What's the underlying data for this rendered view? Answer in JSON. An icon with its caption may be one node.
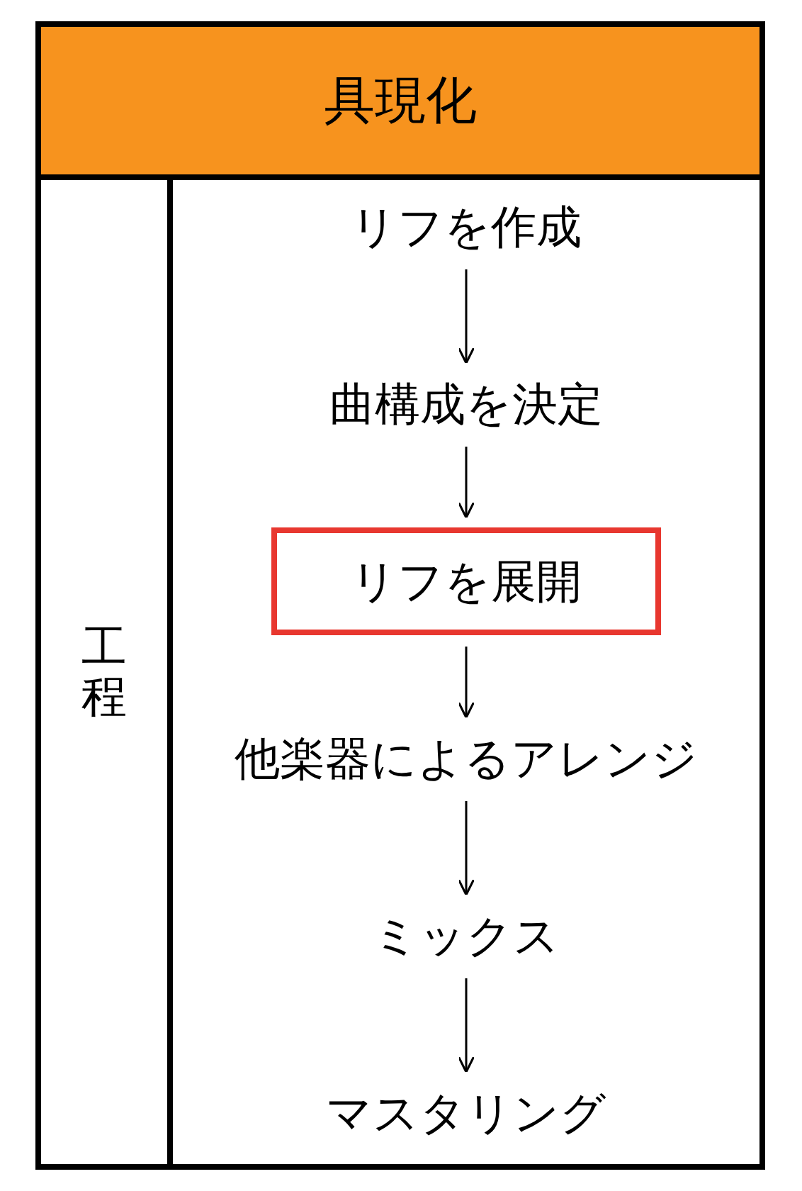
{
  "diagram": {
    "nodes": [
      {
        "text": [
          "具現化"
        ]
      },
      {
        "text": [
          "工程"
        ]
      },
      {
        "text": [
          "リフを作成"
        ]
      },
      {
        "text": [
          "曲構成を決定"
        ]
      },
      {
        "text": [
          "リフを展開"
        ]
      },
      {
        "text": [
          "他楽器によるアレンジ"
        ]
      },
      {
        "text": [
          "ミックス"
        ]
      },
      {
        "text": [
          "マスタリング"
        ]
      }
    ],
    "edges": [
      {
        "from": 2,
        "to": 3,
        "arrow": "to"
      },
      {
        "from": 3,
        "to": 4,
        "arrow": "to"
      },
      {
        "from": 4,
        "to": 5,
        "arrow": "to"
      },
      {
        "from": 5,
        "to": 6,
        "arrow": "to"
      },
      {
        "from": 6,
        "to": 7,
        "arrow": "to"
      }
    ]
  }
}
